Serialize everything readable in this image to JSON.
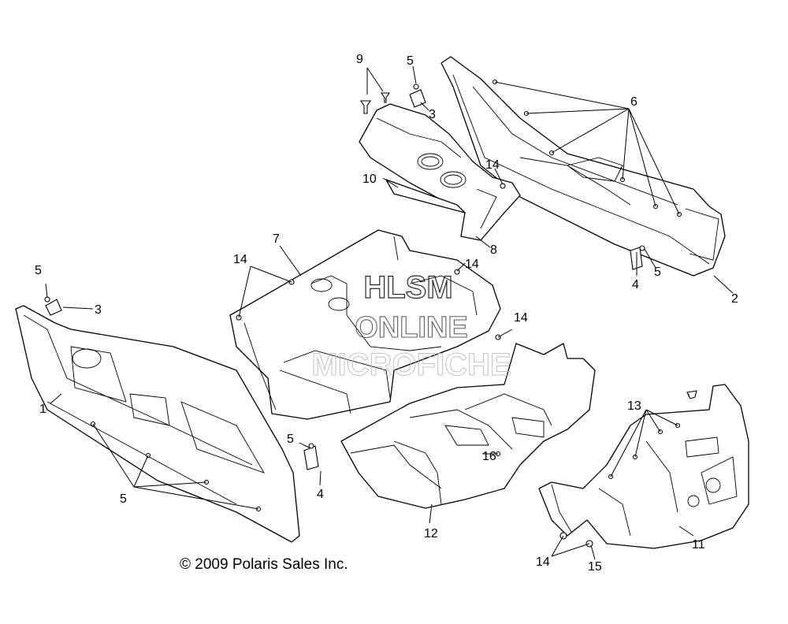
{
  "callouts": [
    "1",
    "2",
    "3",
    "4",
    "5",
    "6",
    "7",
    "8",
    "9",
    "10",
    "11",
    "12",
    "13",
    "14",
    "15",
    "16"
  ],
  "watermark": [
    "HLSM",
    "ONLINE",
    "MICROFICHE"
  ],
  "copyright": "© 2009 Polaris Sales Inc.",
  "parts": {
    "left_panel": "left floor panel (1)",
    "right_panel": "right floor panel (2)",
    "console": "center console (8)",
    "front_floor": "front floor tub (7)",
    "rear_floor": "rear floor tub (12)",
    "rear_panel": "rear closeout panel (11)"
  }
}
